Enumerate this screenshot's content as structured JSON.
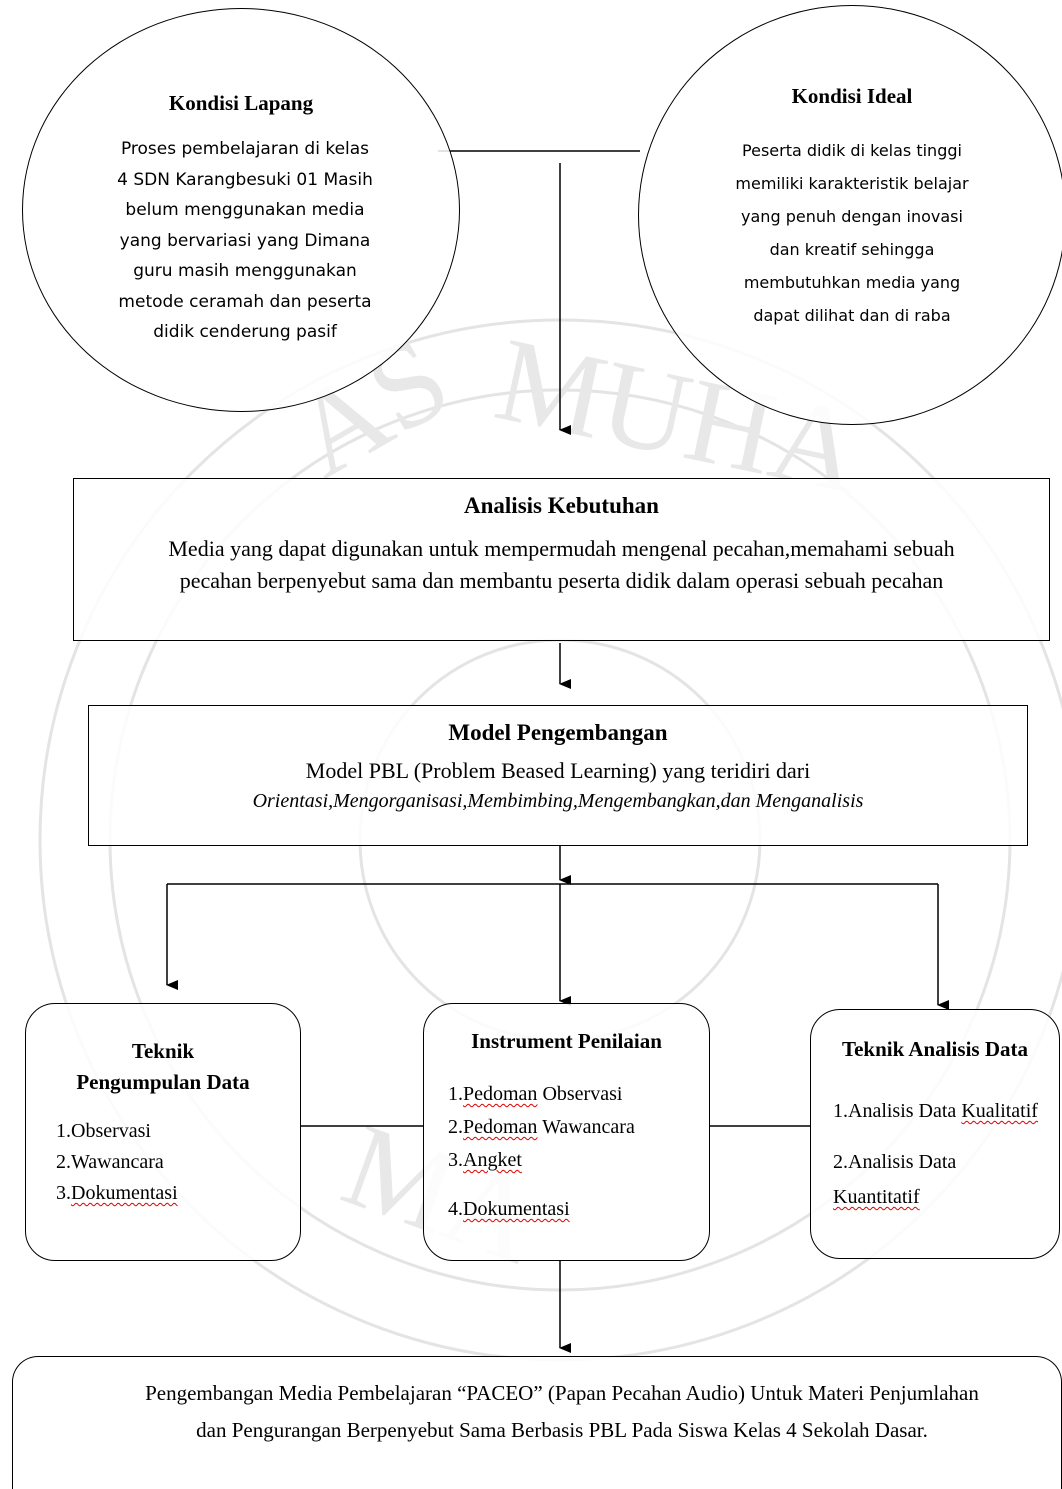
{
  "kondisi_lapang": {
    "title": "Kondisi Lapang",
    "lines": [
      "Proses pembelajaran di kelas",
      "4 SDN Karangbesuki 01 Masih",
      "belum menggunakan media",
      "yang bervariasi yang Dimana",
      "guru masih menggunakan",
      "metode ceramah dan peserta",
      "didik cenderung pasif"
    ]
  },
  "kondisi_ideal": {
    "title": "Kondisi Ideal",
    "lines": [
      "Peserta didik di kelas tinggi",
      "memiliki karakteristik belajar",
      "yang penuh dengan inovasi",
      "dan kreatif sehingga",
      "membutuhkan media yang",
      "dapat dilihat dan di raba"
    ]
  },
  "analisis_kebutuhan": {
    "title": "Analisis Kebutuhan",
    "line1": "Media yang dapat digunakan untuk mempermudah mengenal pecahan,memahami sebuah",
    "line2": "pecahan berpenyebut sama dan membantu peserta didik dalam operasi sebuah pecahan"
  },
  "model_pengembangan": {
    "title": "Model Pengembangan",
    "line1": "Model PBL (Problem Beased Learning) yang teridiri dari",
    "line2": "Orientasi,Mengorganisasi,Membimbing,Mengembangkan,dan Menganalisis"
  },
  "teknik_pengumpulan": {
    "title_line1": "Teknik",
    "title_line2": "Pengumpulan Data",
    "items": [
      {
        "num": "1.",
        "text": "Observasi"
      },
      {
        "num": "2.",
        "text": "Wawancara"
      },
      {
        "num": "3.",
        "text": "Dokumentasi"
      }
    ]
  },
  "instrument_penilaian": {
    "title": "Instrument Penilaian",
    "items": [
      {
        "num": "1.",
        "text": "Pedoman",
        "rest": " Observasi"
      },
      {
        "num": "2.",
        "text": "Pedoman",
        "rest": " Wawancara"
      },
      {
        "num": "3.",
        "text": "Angket",
        "rest": ""
      },
      {
        "num": "4.",
        "text": "Dokumentasi",
        "rest": ""
      }
    ]
  },
  "teknik_analisis": {
    "title": "Teknik Analisis Data",
    "item1_prefix": "1.Analisis Data ",
    "item1_word": "Kualitatif",
    "item2_line1": "2.Analisis Data",
    "item2_word": "Kuantitatif"
  },
  "hasil": {
    "line1": "Pengembangan Media Pembelajaran “PACEO” (Papan Pecahan Audio) Untuk Materi Penjumlahan",
    "line2": "dan Pengurangan Berpenyebut Sama Berbasis PBL Pada Siswa Kelas 4 Sekolah Dasar."
  },
  "watermark": {
    "text_top": "MUHA",
    "text_left": "AS",
    "text_bottom": "MA"
  }
}
